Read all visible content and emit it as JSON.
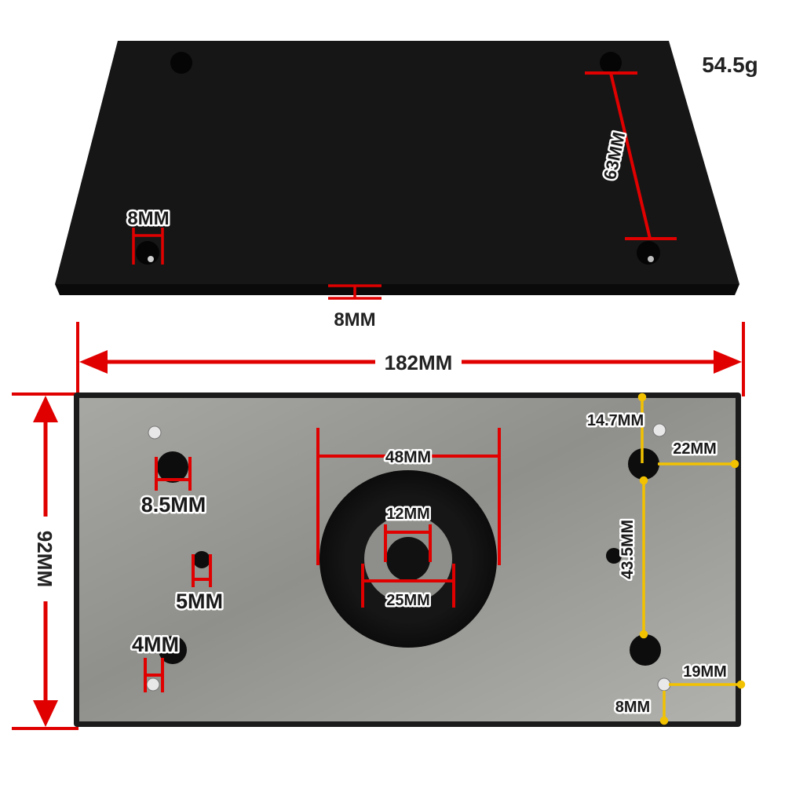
{
  "weight_label": "54.5g",
  "colors": {
    "foam": "#141414",
    "metal": "#9a9a96",
    "dimension_red": "#e00000",
    "dimension_yellow": "#f2c200",
    "label_text": "#1a1a1a"
  },
  "foam_pad": {
    "hole_diameter_label": "8MM",
    "thickness_label": "8MM",
    "hole_spacing_label": "63MM"
  },
  "base_plate": {
    "length_label": "182MM",
    "width_label": "92MM",
    "center_ring_outer_label": "48MM",
    "center_ring_inner_label": "25MM",
    "center_hole_label": "12MM",
    "left_hole_large_label": "8.5MM",
    "left_hole_medium_label": "5MM",
    "left_hole_small_label": "4MM",
    "right_top_offset_label": "14.7MM",
    "right_edge_offset_label": "22MM",
    "right_hole_spacing_label": "43.5MM",
    "right_bottom_edge_offset_label": "19MM",
    "right_bottom_offset_label": "8MM"
  }
}
